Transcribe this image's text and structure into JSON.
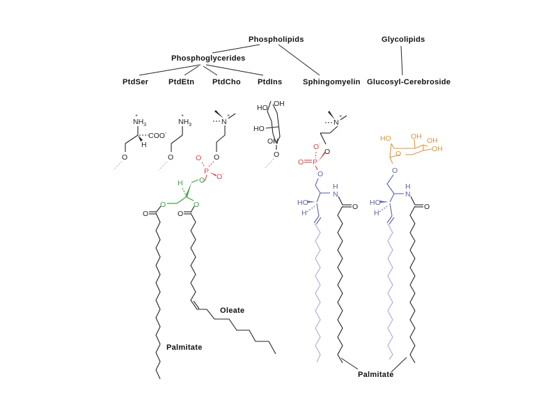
{
  "hierarchy": {
    "root_phospholipids": "Phospholipids",
    "phosphoglycerides": "Phosphoglycerides",
    "glycolipids": "Glycolipids",
    "headgroups": [
      "PtdSer",
      "PtdEtn",
      "PtdCho",
      "PtdIns"
    ],
    "sphingomyelin": "Sphingomyelin",
    "glucosyl_cerebroside": "Glucosyl-Cerebroside"
  },
  "chain_labels": {
    "oleate": "Oleate",
    "palmitate_left": "Palmitate",
    "palmitate_right": "Palmitate"
  },
  "atoms": {
    "nh3": "NH",
    "nh3_sub": "3",
    "plus": "+",
    "coo": "COO",
    "minus": "-",
    "h": "H",
    "o": "O",
    "n": "N",
    "p": "P",
    "ho": "HO",
    "oh": "OH"
  },
  "colors": {
    "glycerol": "#3aa142",
    "phosphate": "#d9424a",
    "sphingosine": "#5b63a8",
    "sphingosine_tail": "#a6a9d6",
    "glucose": "#d9953f",
    "default": "#222222"
  }
}
